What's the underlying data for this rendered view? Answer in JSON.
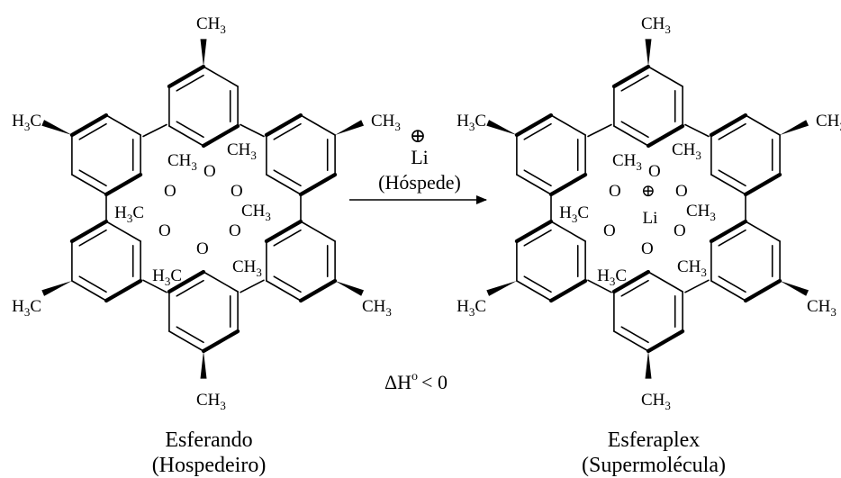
{
  "labels": {
    "ch3": "CH",
    "h3c": "H",
    "c": "C",
    "three": "3",
    "oxygen": "O",
    "lithium": "Li",
    "cation_charge": "⊕"
  },
  "reaction": {
    "guest_ion": "Li",
    "guest_name": "(Hóspede)",
    "enthalpy_delta": "ΔH",
    "enthalpy_sup": "o",
    "enthalpy_rel": "< 0"
  },
  "host": {
    "name": "Esferando",
    "role": "(Hospedeiro)"
  },
  "complex": {
    "name": "Esferaplex",
    "role": "(Supermolécula)"
  }
}
